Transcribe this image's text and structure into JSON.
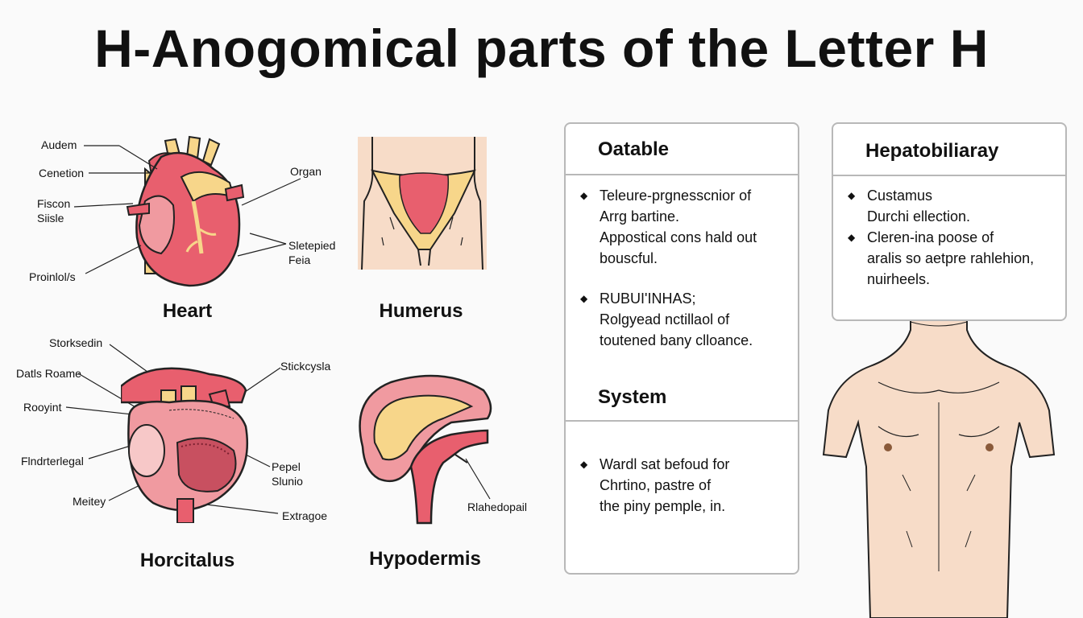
{
  "title": "H-Anogomical parts of the Letter H",
  "figures": {
    "heart": {
      "caption": "Heart",
      "labels": [
        "Audem",
        "Cenetion",
        "Fiscon",
        "Siisle",
        "Proinlol/s",
        "Organ",
        "Sletepied",
        "Feia"
      ]
    },
    "humerus": {
      "caption": "Humerus"
    },
    "horcitalus": {
      "caption": "Horcitalus",
      "labels": [
        "Storksedin",
        "Datls Roame",
        "Rooyint",
        "Flndrterlegal",
        "Meitey",
        "Stickcysla",
        "Pepel",
        "Slunio",
        "Extragoe"
      ]
    },
    "hypodermis": {
      "caption": "Hypodermis",
      "labels": [
        "Rlahedopail"
      ]
    }
  },
  "panel_left": {
    "heading1": "Oatable",
    "bullets1": [
      [
        "Teleure-prgnesscnior of",
        "Arrg bartine.",
        "Appostical cons hald out",
        "bouscful."
      ],
      [
        "RUBUI'INHAS;",
        "Rolgyead nctillaol of",
        "toutened bany clloance."
      ]
    ],
    "heading2": "System",
    "bullets2": [
      [
        "Wardl sat befoud for",
        "Chrtino, pastre of",
        "the piny pemple, in."
      ]
    ]
  },
  "panel_right": {
    "heading": "Hepatobiliaray",
    "bullets": [
      [
        "Custamus",
        "Durchi ellection."
      ],
      [
        "Cleren-ina poose of",
        "aralis so aetpre rahlehion,",
        "nuirheels."
      ]
    ]
  },
  "colors": {
    "flesh": "#e85f6e",
    "pink": "#f09aa0",
    "yellow": "#f7d68a",
    "skin": "#f7dcc8",
    "border": "#b8b8b8"
  },
  "icons": [
    "bullet-diamond"
  ]
}
